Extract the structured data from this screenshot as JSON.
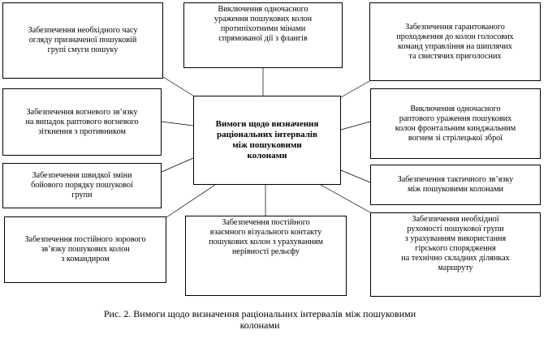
{
  "diagram": {
    "center": "Вимоги щодо визначення\nраціональних інтервалів\nміж пошуковими\nколонами",
    "boxes": [
      "Забезпечення необхідного часу\nогляду призначеної пошуковій\nгрупі смуги пошуку",
      "Виключення одночасного\nураження пошукових колон\nпротипіхотними мінами\nспрямованої дії з флангів",
      "Забезпечення гарантованого\nпроходження до колон голосових\nкоманд управління на шиплячих\nта свистячих приголосних",
      "Забезпечення вогневого зв’язку\nна випадок раптового вогневого\nзіткнення з противником",
      "Виключення одночасного\nраптового ураження пошукових\nколон фронтальним кинджальним\nвогнем зі стрілецької зброї",
      "Забезпечення швидкої зміни\nбойового порядку пошукової\nгрупи",
      "Забезпечення тактичного зв’язку\nміж пошуковими колонами",
      "Забезпечення постійного зорового\nзв’язку пошукових колон\nз командиром",
      "Забезпечення постійного\nвзаємного візуального контакту\nпошукових колон з урахуванням\nнерівності рельєфу",
      "Забезпечення необхідної\nрухомості пошукової групи\nз урахуванням використання\nгірського спорядження\nна технічно складних ділянках\nмаршруту"
    ]
  },
  "caption": "Рис. 2. Вимоги щодо визначення раціональних інтервалів між пошуковими\nколонами"
}
